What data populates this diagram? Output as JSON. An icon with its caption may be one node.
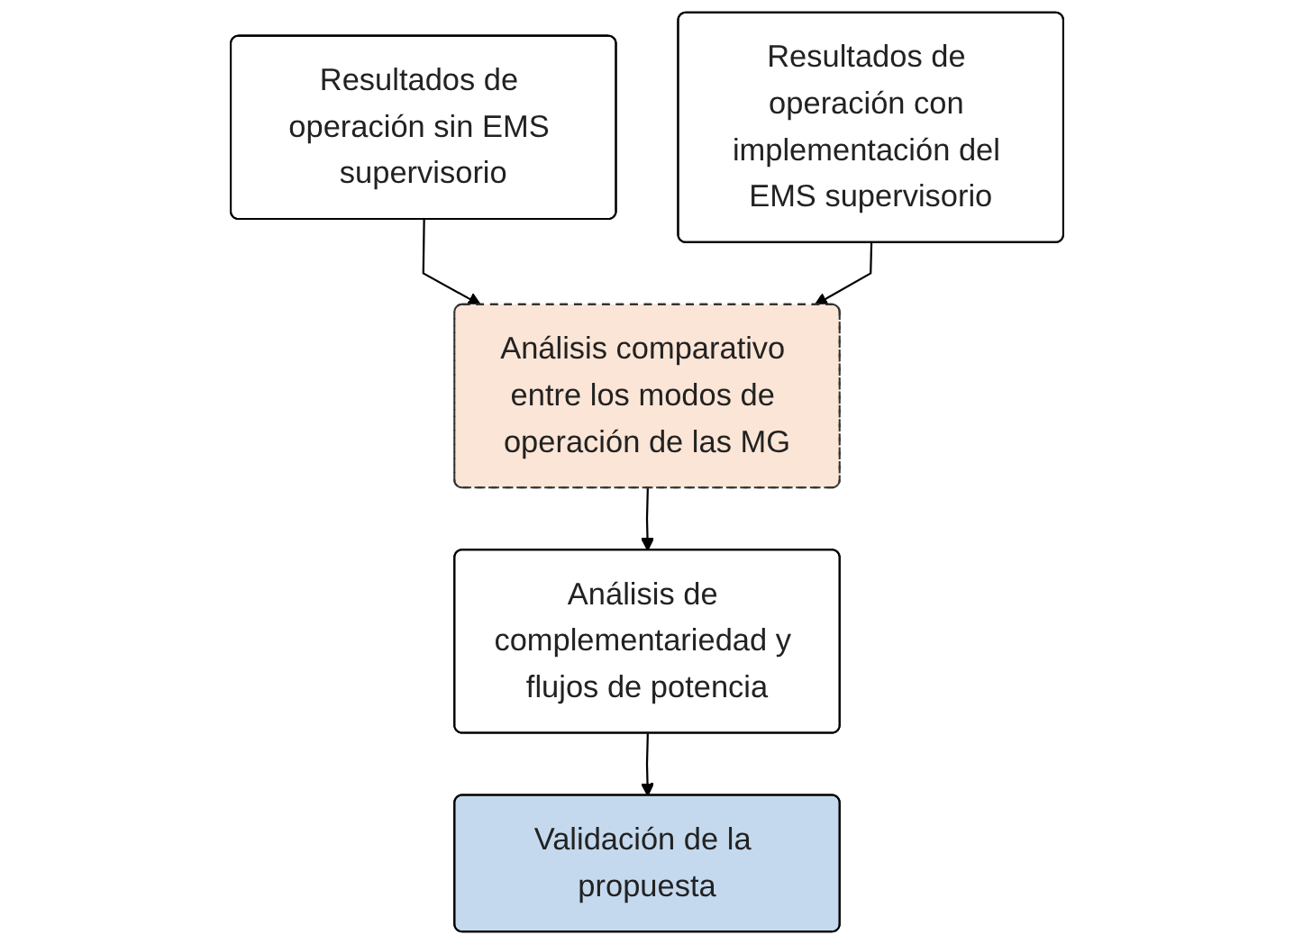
{
  "diagram": {
    "nodes": [
      {
        "text": [
          "Resultados de operación sin EMS supervisorio"
        ]
      },
      {
        "text": [
          "Resultados de operación con implementación del EMS supervisorio"
        ]
      },
      {
        "text": [
          "Análisis comparativo entre los modos de operación de las MG"
        ]
      },
      {
        "text": [
          "Análisis de complementariedad y flujos de potencia"
        ]
      },
      {
        "text": [
          "Validación de la propuesta"
        ]
      }
    ],
    "edges": [
      {
        "from": 0,
        "to": 2,
        "arrow": "to"
      },
      {
        "from": 1,
        "to": 2,
        "arrow": "to"
      },
      {
        "from": 2,
        "to": 3,
        "arrow": "to"
      },
      {
        "from": 3,
        "to": 4,
        "arrow": "to"
      }
    ]
  }
}
